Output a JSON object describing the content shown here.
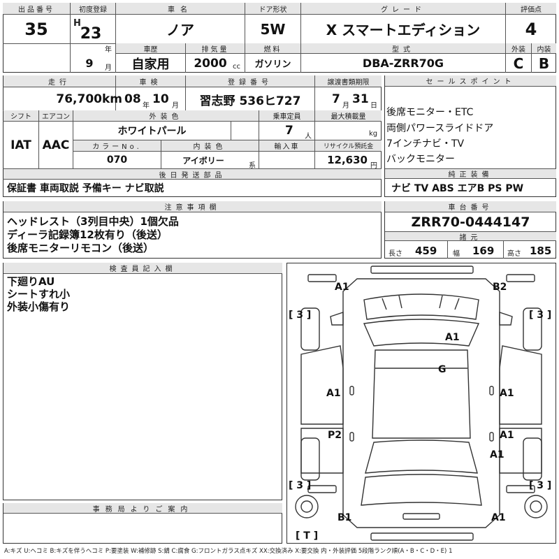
{
  "header": {
    "lot_label": "出品番号",
    "lot_value": "35",
    "first_reg_label": "初度登録",
    "era": "H",
    "year_value": "23",
    "year_unit": "年",
    "month_value": "9",
    "month_unit": "月",
    "car_name_label": "車名",
    "car_name": "ノア",
    "door_label": "ドア形状",
    "door_value": "5W",
    "grade_label": "グレード",
    "grade_value": "X スマートエディション",
    "score_label": "評価点",
    "score_value": "4",
    "history_label": "車歴",
    "history_value": "自家用",
    "displacement_label": "排気量",
    "displacement_value": "2000",
    "displacement_unit": "cc",
    "fuel_label": "燃料",
    "fuel_value": "ガソリン",
    "model_label": "型式",
    "model_value": "DBA-ZRR70G",
    "exterior_label": "外装",
    "exterior_value": "C",
    "interior_label": "内装",
    "interior_value": "B"
  },
  "row2": {
    "mileage_label": "走行",
    "mileage_value": "76,700",
    "mileage_unit": "km",
    "inspection_label": "車検",
    "insp_year": "08",
    "insp_year_unit": "年",
    "insp_month": "10",
    "insp_month_unit": "月",
    "reg_label": "登録番号",
    "reg_value": "習志野 536ヒ727",
    "transfer_label": "譲渡書類期限",
    "transfer_month": "7",
    "transfer_month_unit": "月",
    "transfer_day": "31",
    "transfer_day_unit": "日",
    "shift_label": "シフト",
    "shift_value": "IAT",
    "ac_label": "エアコン",
    "ac_value": "AAC",
    "ext_color_label": "外装色",
    "ext_color_value": "ホワイトパール",
    "capacity_label": "乗車定員",
    "capacity_value": "7",
    "capacity_unit": "人",
    "load_label": "最大積載量",
    "load_unit": "kg",
    "color_no_label": "カラーNo.",
    "color_no_value": "070",
    "int_color_label": "内装色",
    "int_color_value": "アイボリー",
    "int_color_unit": "系",
    "import_label": "輸入車",
    "recycle_label": "リサイクル預託金",
    "recycle_value": "12,630",
    "recycle_unit": "円",
    "later_label": "後日発送部品",
    "later_value": "保証書 車両取説 予備キー ナビ取説"
  },
  "sales": {
    "label": "セールスポイント",
    "lines": [
      "後席モニター・ETC",
      "両側パワースライドドア",
      "7インチナビ・TV",
      "バックモニター"
    ]
  },
  "equipment": {
    "label": "純正装備",
    "value": "ナビ TV ABS エアB PS PW"
  },
  "notes": {
    "label": "注意事項欄",
    "lines": [
      "ヘッドレスト（3列目中央）1個欠品",
      "ディーラ記録簿12枚有り（後送）",
      "後席モニターリモコン（後送）"
    ]
  },
  "chassis": {
    "label": "車台番号",
    "value": "ZRR70-0444147"
  },
  "dims": {
    "label": "諸元",
    "length_label": "長さ",
    "length_value": "459",
    "width_label": "幅",
    "width_value": "169",
    "height_label": "高さ",
    "height_value": "185"
  },
  "inspector": {
    "label": "検査員記入欄",
    "lines": [
      "下廻りAU",
      "シートすれ小",
      "外装小傷有り"
    ]
  },
  "office": {
    "label": "事務局よりご案内"
  },
  "diagram": {
    "marks": [
      "A1",
      "B2",
      "A1",
      "G",
      "A1",
      "A1",
      "P2",
      "A1",
      "A1",
      "B1",
      "A1"
    ],
    "tires": [
      "[ 3 ]",
      "[ 3 ]",
      "[ 3 ]",
      "[ 3 ]",
      "[ T ]"
    ]
  },
  "legend": "A:キズ U:ヘコミ B:キズを伴うヘコミ P:要塗装 W:補修跡 S:錆 C:腐食 G:フロントガラス点キズ XX:交換済み X:要交換 内・外装評価 5段階ランク順(A・B・C・D・E) 1"
}
